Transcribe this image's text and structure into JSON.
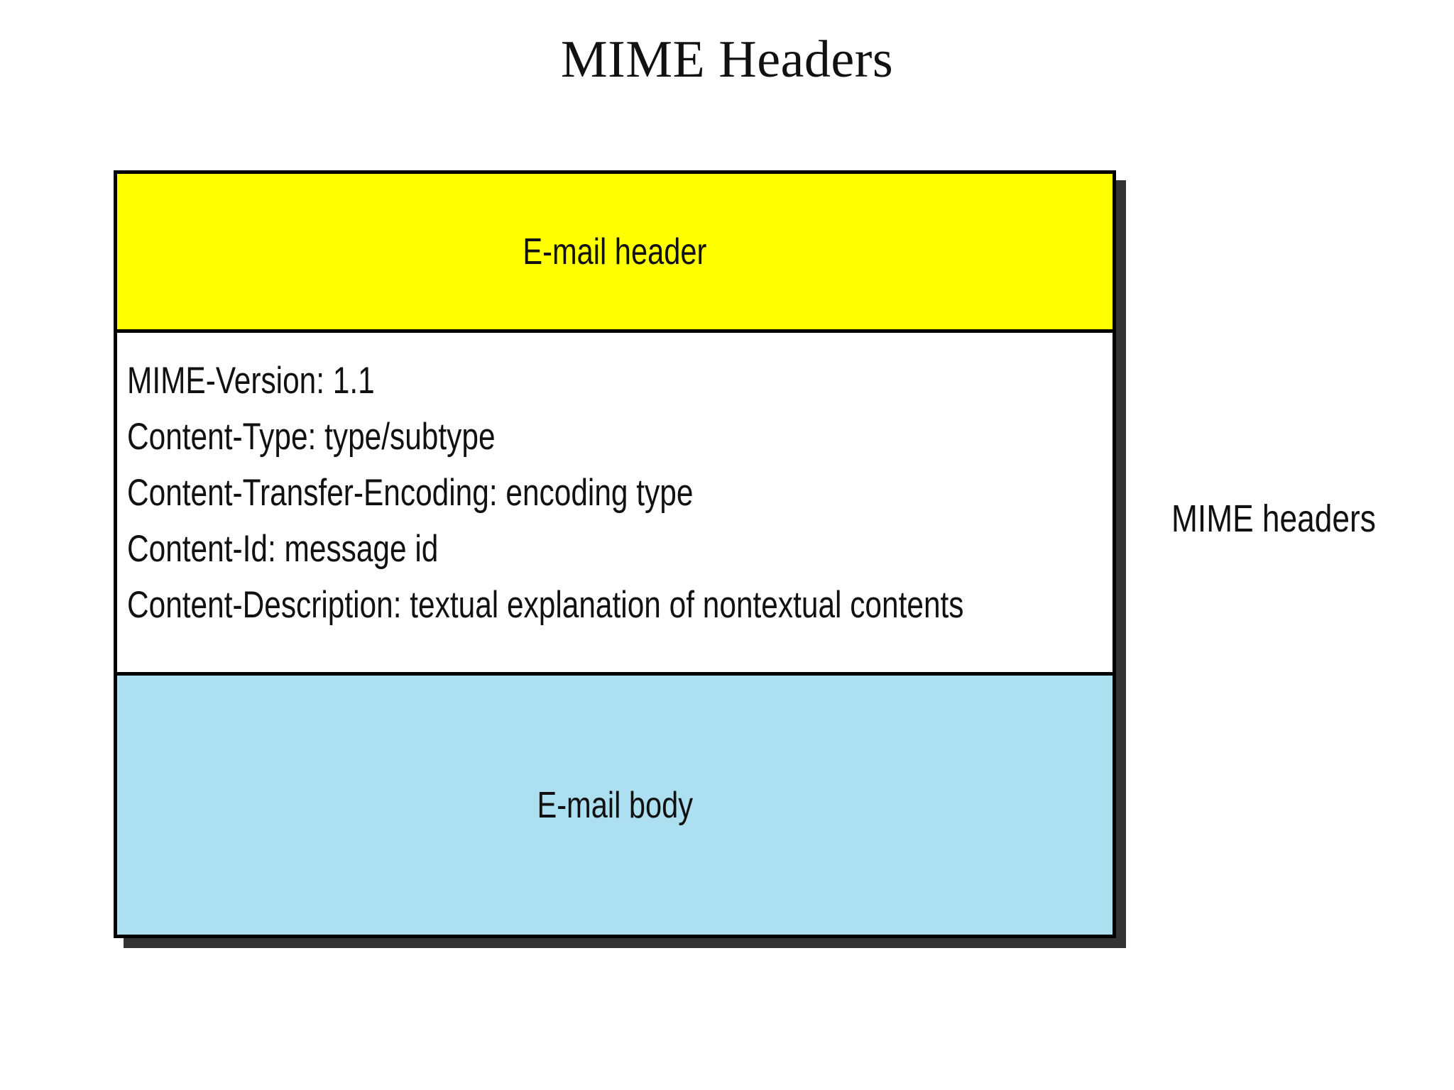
{
  "slide": {
    "title": "MIME Headers"
  },
  "diagram": {
    "email_header_band": {
      "label": "E-mail header",
      "fill_color": "#FFFF00"
    },
    "mime_headers_band": {
      "fill_color": "#FFFFFF",
      "lines": [
        "MIME-Version: 1.1",
        "Content-Type: type/subtype",
        "Content-Transfer-Encoding: encoding type",
        "Content-Id: message id",
        "Content-Description: textual explanation of nontextual contents"
      ]
    },
    "email_body_band": {
      "label": "E-mail body",
      "fill_color": "#ACDFF0"
    },
    "border_color": "#000000",
    "shadow_color": "#333333"
  },
  "annotation": {
    "side_label": "MIME headers"
  }
}
